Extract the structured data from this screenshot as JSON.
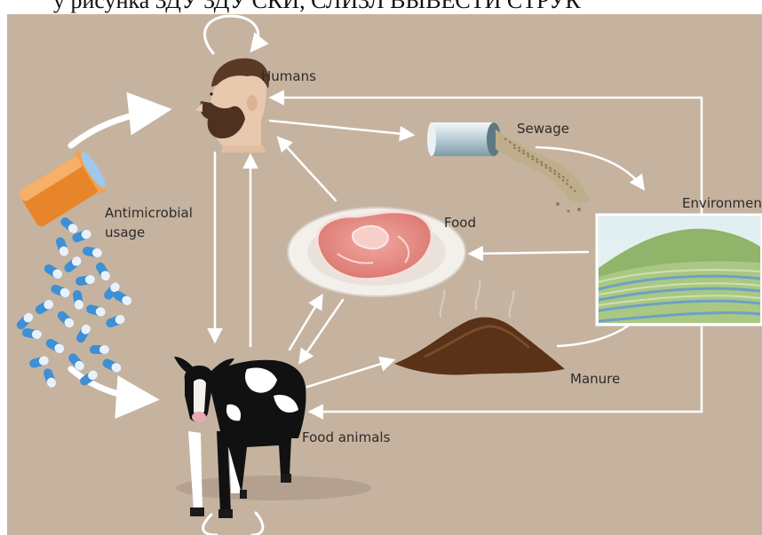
{
  "top_caption": "у рисунка ЗДУ ЗДУ СКИ, СЛИЗЛ ВЫВЕСТИ СТРУК",
  "labels": {
    "humans": "Humans",
    "sewage": "Sewage",
    "environment": "Environment",
    "antimicrobial_line1": "Antimicrobial",
    "antimicrobial_line2": "usage",
    "food": "Food",
    "manure": "Manure",
    "food_animals": "Food animals"
  },
  "colors": {
    "background": "#c5b3a0",
    "arrow": "#ffffff",
    "pill_blue": "#3d8fd6",
    "pill_bottle": "#e8852a"
  }
}
